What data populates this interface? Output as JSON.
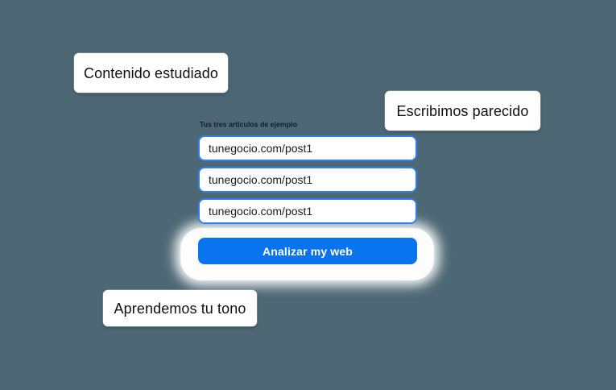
{
  "background_color": "#4d6874",
  "accent_color": "#0a74ee",
  "field_border_color": "#2f80ed",
  "callouts": [
    {
      "id": "content-studied",
      "label": "Contenido estudiado"
    },
    {
      "id": "similar-writing",
      "label": "Escribimos parecido"
    },
    {
      "id": "learns-tone",
      "label": "Aprendemos tu tono"
    }
  ],
  "form": {
    "label": "Tus tres artículos de ejemplo",
    "fields": [
      {
        "value": "tunegocio.com/post1",
        "placeholder": "tunegocio.com/post1"
      },
      {
        "value": "tunegocio.com/post1",
        "placeholder": "tunegocio.com/post1"
      },
      {
        "value": "tunegocio.com/post1",
        "placeholder": "tunegocio.com/post1"
      }
    ],
    "submit_label": "Analizar my web"
  }
}
